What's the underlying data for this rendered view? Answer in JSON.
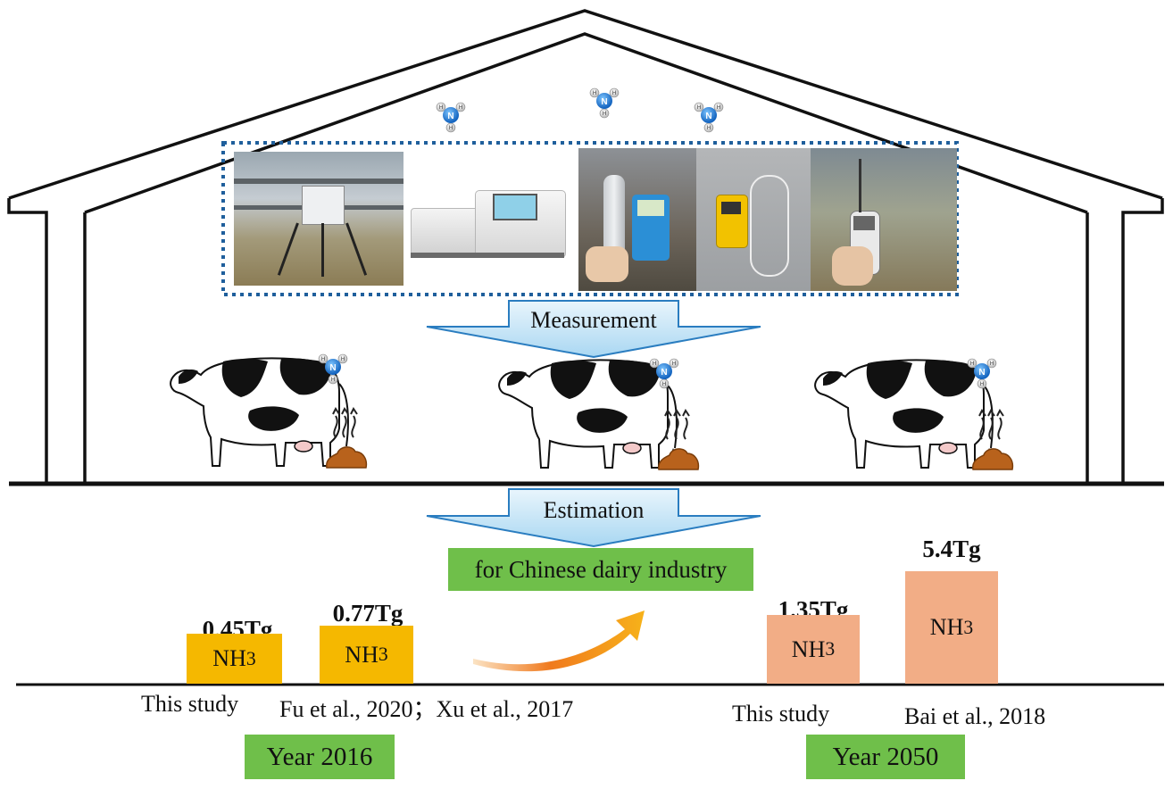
{
  "arrows": {
    "measurement": "Measurement",
    "estimation": "Estimation"
  },
  "scope_label": "for Chinese dairy industry",
  "bars": [
    {
      "value_label": "0.45Tg",
      "value": 0.45,
      "gas": "NH",
      "subscript": "3",
      "source": "This study",
      "color": "#f5b800"
    },
    {
      "value_label": "0.77Tg",
      "value": 0.77,
      "gas": "NH",
      "subscript": "3",
      "source": "Fu et al., 2020；Xu et al., 2017",
      "color": "#f5b800"
    },
    {
      "value_label": "1.35Tg",
      "value": 1.35,
      "gas": "NH",
      "subscript": "3",
      "source": "This study",
      "color": "#f2ad86"
    },
    {
      "value_label": "5.4Tg",
      "value": 5.4,
      "gas": "NH",
      "subscript": "3",
      "source": "Bai et al., 2018",
      "color": "#f2ad86"
    }
  ],
  "years": {
    "y2016": "Year 2016",
    "y2050": "Year 2050"
  },
  "molecule": {
    "center": "N",
    "atom": "H"
  }
}
